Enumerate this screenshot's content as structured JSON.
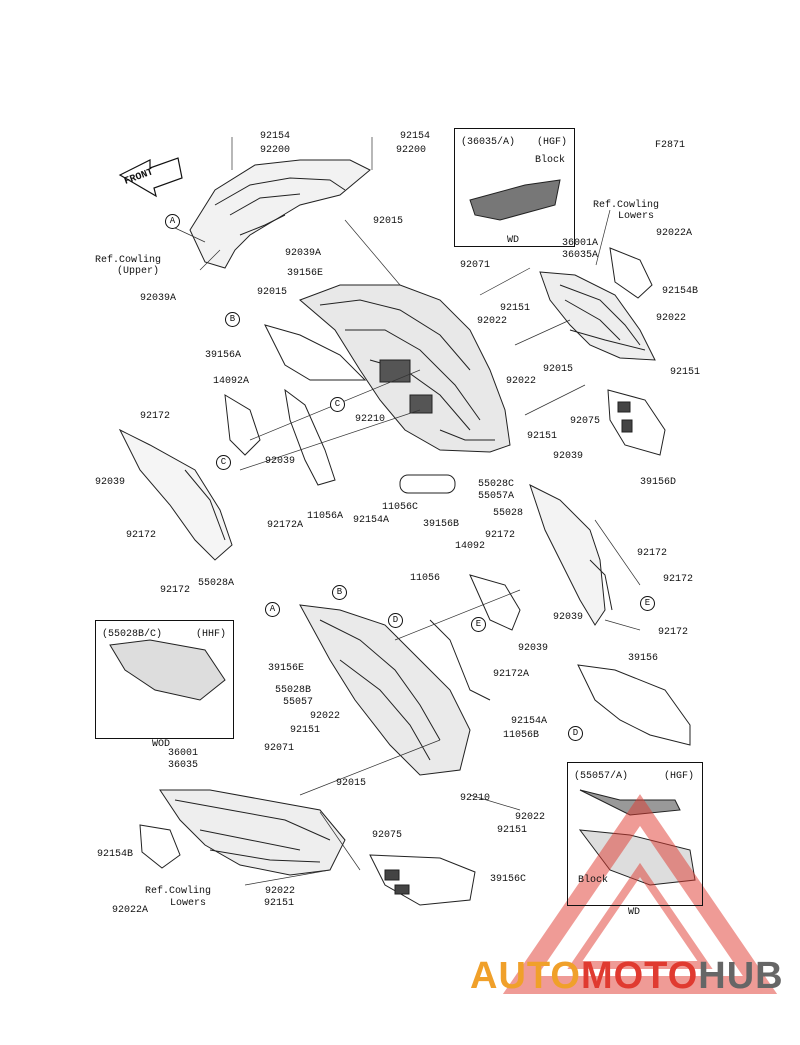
{
  "figure_code": "F2871",
  "front_label": "FRONT",
  "watermark": {
    "brand_part1": "AUTO",
    "brand_part2": "MOTO",
    "brand_part3": "HUB",
    "colors": {
      "auto": "#f0a02a",
      "moto": "#e03a30",
      "hub": "#666666"
    }
  },
  "callouts": {
    "A": "A",
    "B": "B",
    "C": "C",
    "D": "D",
    "E": "E"
  },
  "parts": {
    "p92154_top_left": "92154",
    "p92200_top_left": "92200",
    "p92154_top_mid": "92154",
    "p92200_top_mid": "92200",
    "p92015_mid": "92015",
    "p92039A_top": "92039A",
    "ref_cowling_upper_1": "Ref.Cowling",
    "ref_cowling_upper_2": "(Upper)",
    "p39156E_top": "39156E",
    "p92039A_left": "92039A",
    "p92015_left": "92015",
    "p39156A": "39156A",
    "p14092A": "14092A",
    "p92172_a": "92172",
    "p92039_left_mid": "92039",
    "p92039_far_left": "92039",
    "p92172_b": "92172",
    "p92172A_mid": "92172A",
    "p11056A": "11056A",
    "p92172_c": "92172",
    "p55028A": "55028A",
    "p92210_top": "92210",
    "p11056C": "11056C",
    "p92154A_mid": "92154A",
    "p39156B": "39156B",
    "p55028C": "55028C",
    "p55057A": "55057A",
    "p92071_top": "92071",
    "p92151_top": "92151",
    "p92022_top": "92022",
    "p92015_right": "92015",
    "p92022_mid": "92022",
    "p92151_mid": "92151",
    "p92075_top": "92075",
    "p92039_right": "92039",
    "p55028": "55028",
    "p39156D": "39156D",
    "p36001A": "36001A",
    "p36035A": "36035A",
    "ref_cowling_lowers_top_1": "Ref.Cowling",
    "ref_cowling_lowers_top_2": "Lowers",
    "p92022A_top": "92022A",
    "p92154B_top": "92154B",
    "p92022_right": "92022",
    "p92151_right": "92151",
    "p14092": "14092",
    "p92172_d": "92172",
    "p11056": "11056",
    "p92172_e": "92172",
    "p92172_f": "92172",
    "p92172_g": "92172",
    "p92039_e": "92039",
    "p92039_f": "92039",
    "p92172A_low": "92172A",
    "p39156": "39156",
    "p39156E_low": "39156E",
    "p55028B": "55028B",
    "p55057": "55057",
    "p92022_low": "92022",
    "p92151_low": "92151",
    "p92071_low": "92071",
    "p36001": "36001",
    "p36035": "36035",
    "p92015_low": "92015",
    "p92154A_low": "92154A",
    "p11056B": "11056B",
    "p92210_low": "92210",
    "p92022_low2": "92022",
    "p92151_low2": "92151",
    "p92075_low": "92075",
    "p39156C": "39156C",
    "p92154B_low": "92154B",
    "p92022A_low": "92022A",
    "ref_cowling_lowers_low_1": "Ref.Cowling",
    "ref_cowling_lowers_low_2": "Lowers",
    "p92022_bottom": "92022",
    "p92151_bottom": "92151"
  },
  "inset_top": {
    "code": "(36035/A)",
    "variant": "(HGF)",
    "block": "Block",
    "model": "WD"
  },
  "inset_left": {
    "code": "(55028B/C)",
    "variant": "(HHF)",
    "model": "WOD"
  },
  "inset_bottom": {
    "code": "(55057/A)",
    "variant": "(HGF)",
    "block": "Block",
    "model": "WD"
  }
}
